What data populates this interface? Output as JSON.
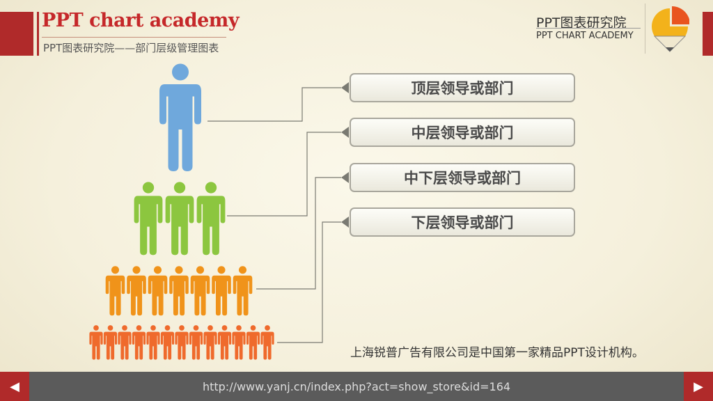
{
  "header": {
    "title": "PPT chart academy",
    "subtitle": "PPT图表研究院——部门层级管理图表",
    "brand_cn": "PPT图表研究院",
    "brand_en": "PPT CHART ACADEMY"
  },
  "levels": [
    {
      "label": "顶层领导或部门",
      "count": 1,
      "color": "#6fa8dc"
    },
    {
      "label": "中层领导或部门",
      "count": 3,
      "color": "#8cc63f"
    },
    {
      "label": "中下层领导或部门",
      "count": 7,
      "color": "#f0931a"
    },
    {
      "label": "下层领导或部门",
      "count": 13,
      "color": "#ef6a2c"
    }
  ],
  "tagline": "上海锐普广告有限公司是中国第一家精品PPT设计机构。",
  "footer": {
    "url": "http://www.yanj.cn/index.php?act=show_store&id=164",
    "prev_icon": "triangle-left-icon",
    "next_icon": "triangle-right-icon"
  },
  "colors": {
    "accent": "#b02a2a",
    "connector": "#7a7a72",
    "box_border": "#a8a69c"
  }
}
